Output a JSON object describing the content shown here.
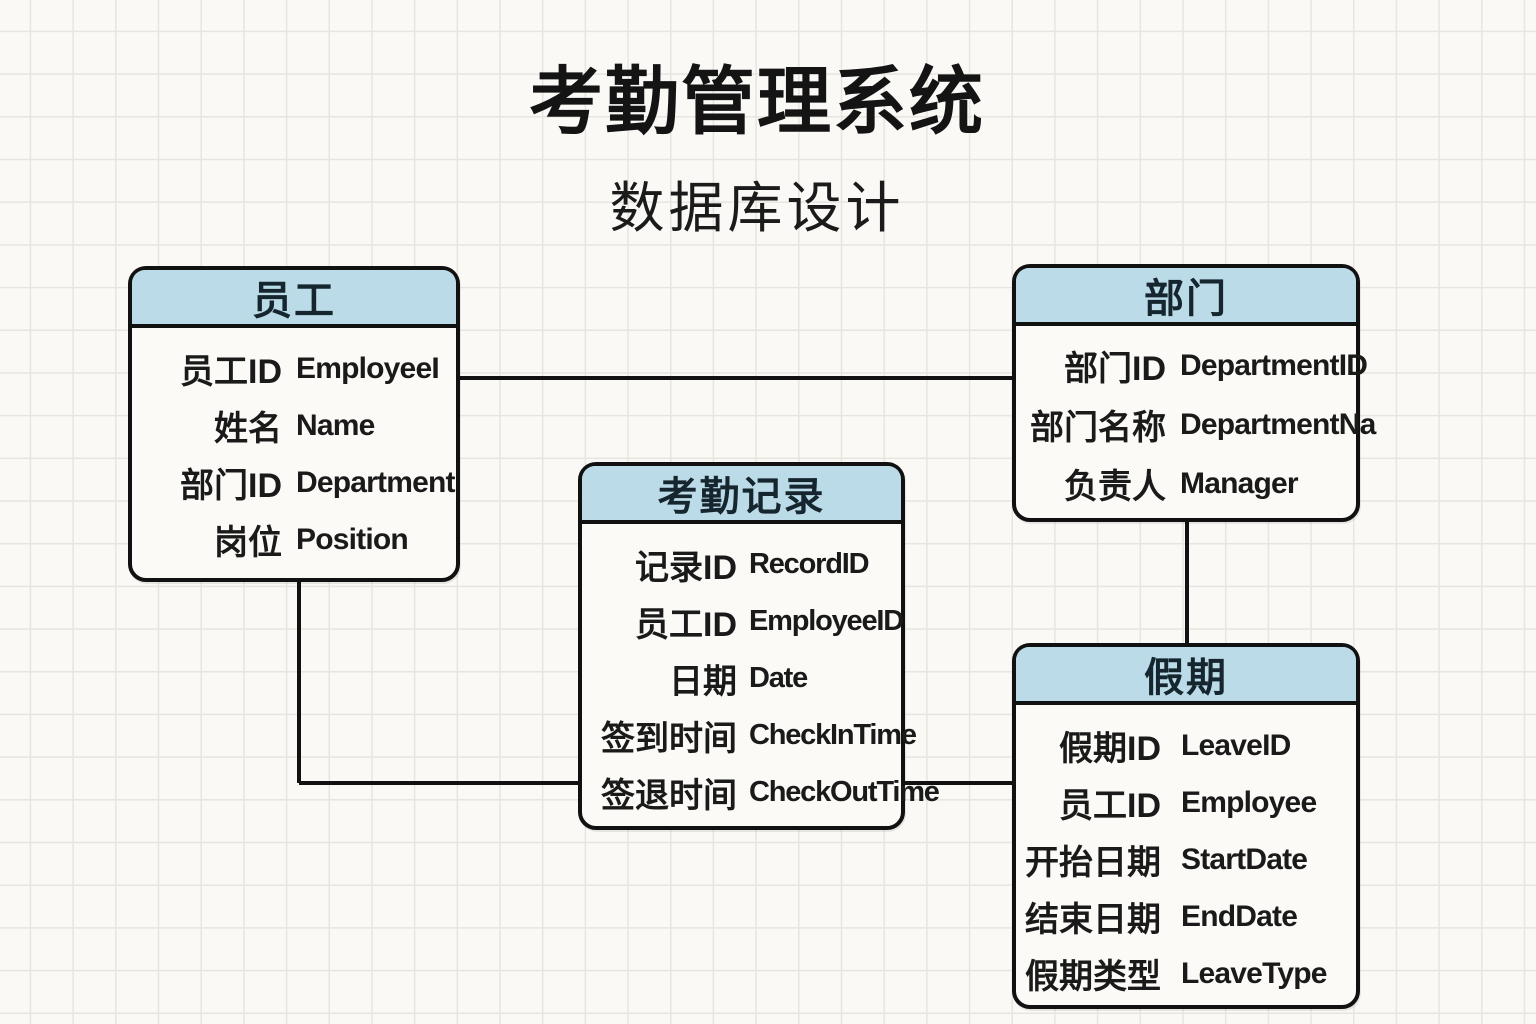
{
  "title": "考勤管理系统",
  "subtitle": "数据库设计",
  "tables": [
    {
      "id": "employee",
      "title": "员工",
      "fields": [
        {
          "cn": "员工ID",
          "en": "EmployeeI"
        },
        {
          "cn": "姓名",
          "en": "Name"
        },
        {
          "cn": "部门ID",
          "en": "Department"
        },
        {
          "cn": "岗位",
          "en": "Position"
        }
      ]
    },
    {
      "id": "department",
      "title": "部门",
      "fields": [
        {
          "cn": "部门ID",
          "en": "DepartmentID"
        },
        {
          "cn": "部门名称",
          "en": "DepartmentNa"
        },
        {
          "cn": "负责人",
          "en": "Manager"
        }
      ]
    },
    {
      "id": "attendance",
      "title": "考勤记录",
      "fields": [
        {
          "cn": "记录ID",
          "en": "RecordID"
        },
        {
          "cn": "员工ID",
          "en": "EmployeeID"
        },
        {
          "cn": "日期",
          "en": "Date"
        },
        {
          "cn": "签到时间",
          "en": "CheckInTime"
        },
        {
          "cn": "签退时间",
          "en": "CheckOutTime"
        }
      ]
    },
    {
      "id": "leave",
      "title": "假期",
      "fields": [
        {
          "cn": "假期ID",
          "en": "LeaveID"
        },
        {
          "cn": "员工ID",
          "en": "Employee"
        },
        {
          "cn": "开抬日期",
          "en": "StartDate"
        },
        {
          "cn": "结束日期",
          "en": "EndDate"
        },
        {
          "cn": "假期类型",
          "en": "LeaveType"
        }
      ]
    }
  ],
  "relationships": [
    {
      "from": "员工",
      "to": "部门"
    },
    {
      "from": "员工",
      "to": "考勤记录"
    },
    {
      "from": "考勤记录",
      "to": "假期"
    },
    {
      "from": "部门",
      "to": "假期"
    }
  ],
  "colors": {
    "background": "#faf9f6",
    "grid_line": "#e8e5e0",
    "header_fill": "#bcdbe8",
    "border": "#111111",
    "text": "#1a1a1a"
  }
}
